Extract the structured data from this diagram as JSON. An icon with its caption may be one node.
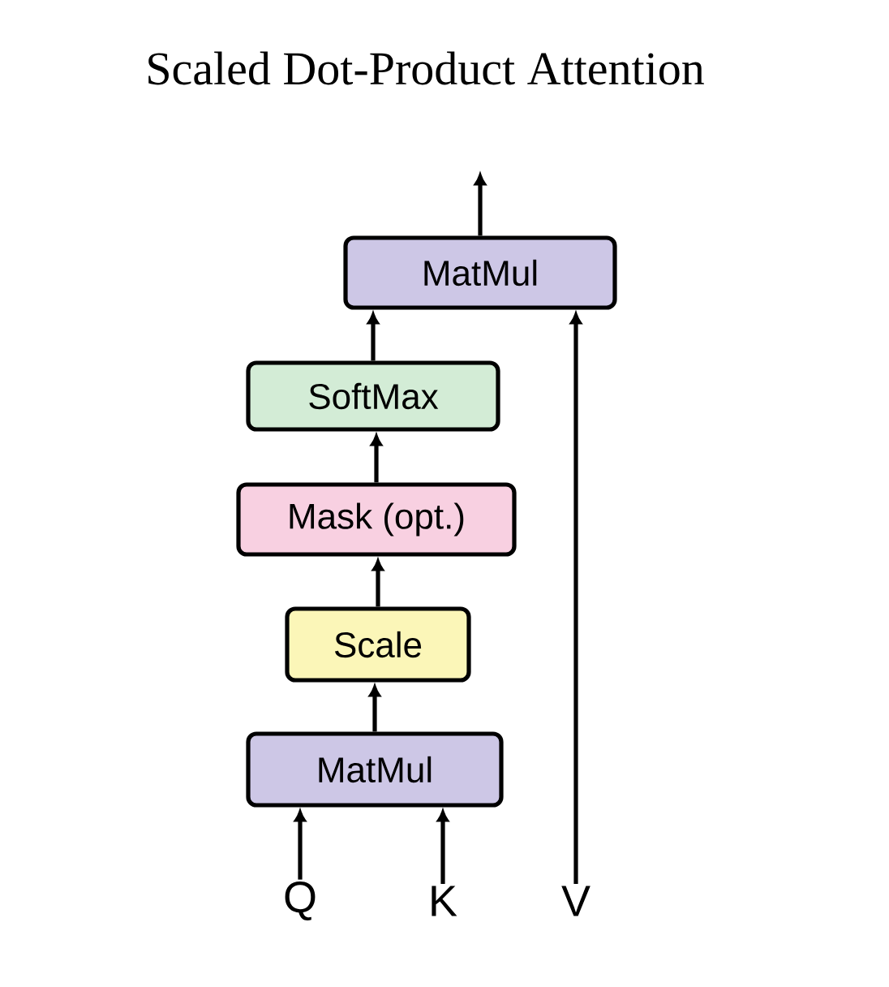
{
  "diagram": {
    "title": "Scaled Dot-Product Attention",
    "nodes": [
      {
        "text": [
          "MatMul"
        ]
      },
      {
        "text": [
          "SoftMax"
        ]
      },
      {
        "text": [
          "Mask (opt.)"
        ]
      },
      {
        "text": [
          "Scale"
        ]
      },
      {
        "text": [
          "MatMul"
        ]
      },
      {
        "text": [
          "Q"
        ]
      },
      {
        "text": [
          "K"
        ]
      },
      {
        "text": [
          "V"
        ]
      }
    ],
    "edges": [
      {
        "from": 5,
        "to": 4,
        "arrow": "to"
      },
      {
        "from": 6,
        "to": 4,
        "arrow": "to"
      },
      {
        "from": 4,
        "to": 3,
        "arrow": "to"
      },
      {
        "from": 3,
        "to": 2,
        "arrow": "to"
      },
      {
        "from": 2,
        "to": 1,
        "arrow": "to"
      },
      {
        "from": 1,
        "to": 0,
        "arrow": "to"
      },
      {
        "from": 7,
        "to": 0,
        "arrow": "to"
      },
      {
        "from": 0,
        "to": null,
        "arrow": "to"
      }
    ]
  }
}
